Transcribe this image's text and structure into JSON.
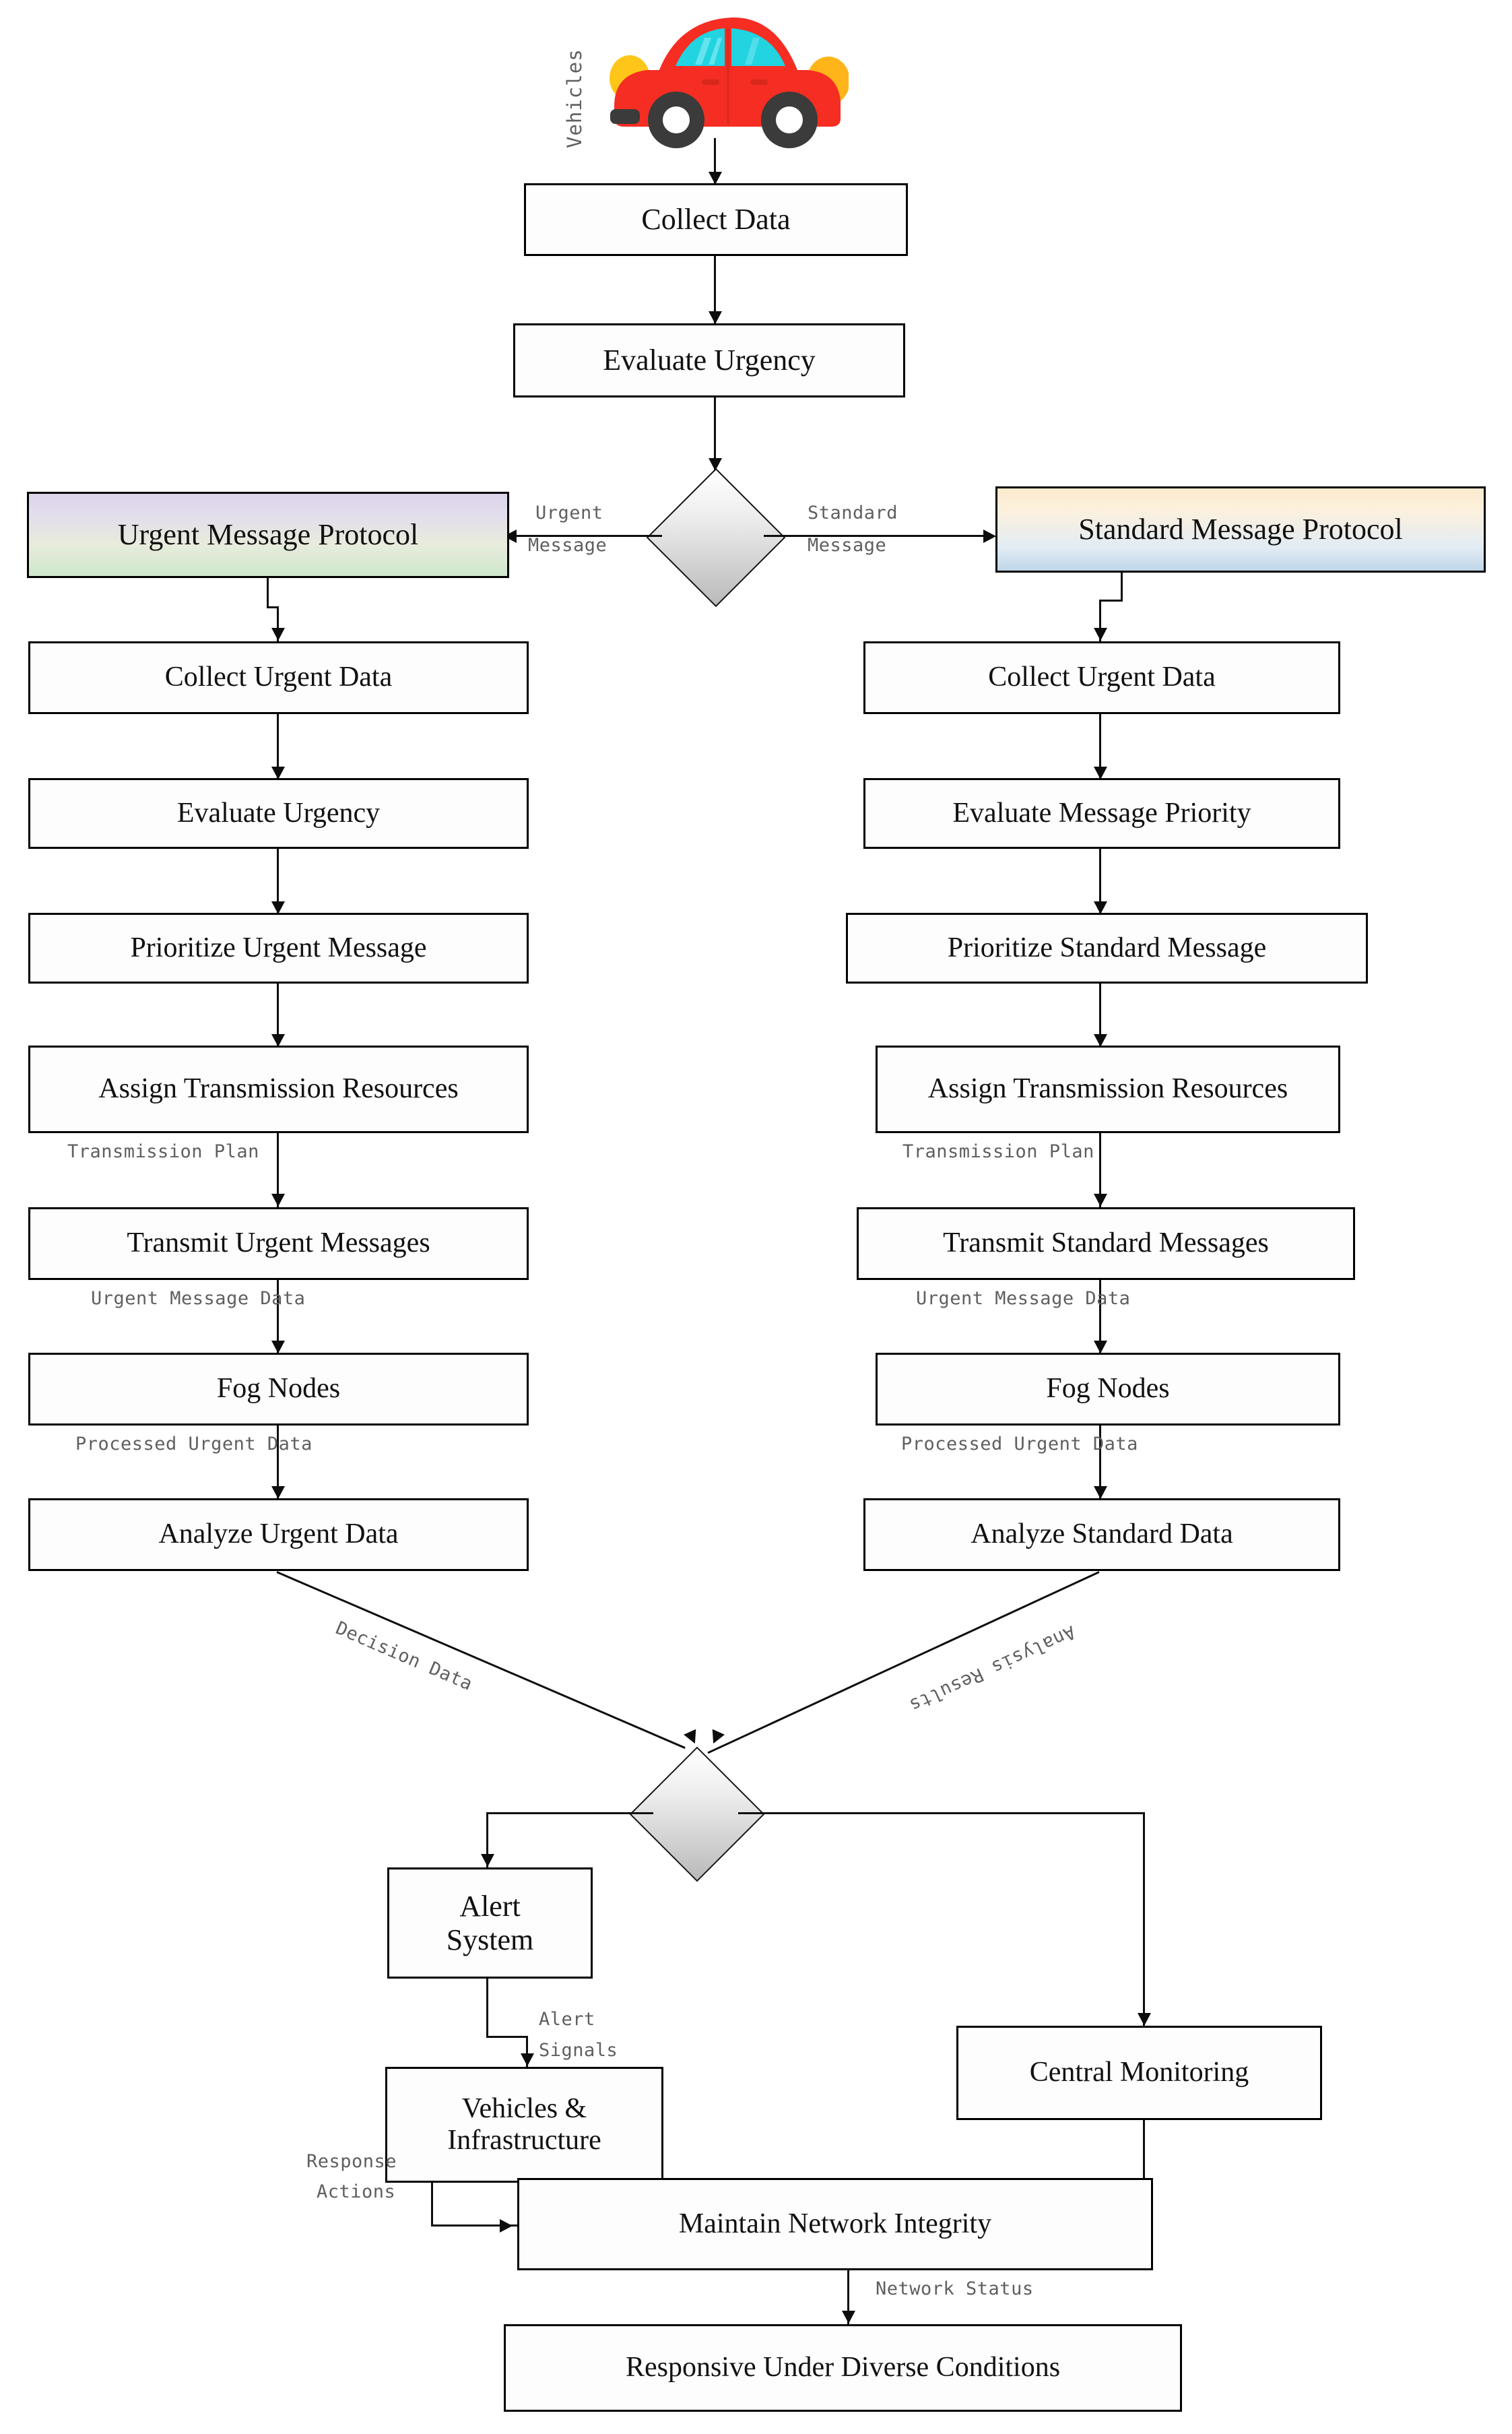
{
  "diagram": {
    "title": "Vehicular Message Prioritization Flowchart",
    "source_label": "Vehicles",
    "icon": "red-car-icon"
  },
  "colors": {
    "stroke": "#0d0d0d",
    "label_text": "#5f5f5f",
    "urgent_protocol_top": "#dcd3e8",
    "urgent_protocol_bottom": "#cfe7cc",
    "standard_protocol_top": "#fbeacd",
    "standard_protocol_bottom": "#bfd6e8",
    "diamond_fill": "#d2d2d2",
    "car_body": "#f52d22",
    "car_window": "#22d3e0",
    "car_light": "#ffc61a",
    "car_tire": "#3b3b3b"
  },
  "nodes": {
    "collect_data": "Collect Data",
    "evaluate_urgency_top": "Evaluate Urgency",
    "urgent_protocol": "Urgent Message Protocol",
    "standard_protocol": "Standard Message Protocol",
    "left": {
      "collect_urgent_data": "Collect Urgent Data",
      "evaluate_urgency": "Evaluate Urgency",
      "prioritize_message": "Prioritize Urgent Message",
      "assign_resources": "Assign Transmission Resources",
      "transmit_messages": "Transmit Urgent Messages",
      "fog_nodes": "Fog Nodes",
      "analyze_data": "Analyze Urgent Data"
    },
    "right": {
      "collect_urgent_data": "Collect Urgent Data",
      "evaluate_message_priority": "Evaluate Message Priority",
      "prioritize_message": "Prioritize Standard  Message",
      "assign_resources": "Assign Transmission Resources",
      "transmit_messages": "Transmit Standard Messages",
      "fog_nodes": "Fog Nodes",
      "analyze_data": "Analyze Standard Data"
    },
    "alert_system": "Alert\nSystem",
    "vehicles_infrastructure": "Vehicles &\nInfrastructure",
    "central_monitoring": "Central Monitoring",
    "maintain_network_integrity": "Maintain Network Integrity",
    "responsive": "Responsive Under Diverse Conditions"
  },
  "edge_labels": {
    "urgent_message": "Urgent\nMessage",
    "urgent_message_line1": "Urgent",
    "urgent_message_line2": "Message",
    "standard_message_line1": "Standard",
    "standard_message_line2": "Message",
    "left_transmission_plan": "Transmission Plan",
    "left_urgent_message_data": "Urgent Message Data",
    "left_processed_urgent_data": "Processed Urgent Data",
    "right_transmission_plan": "Transmission Plan",
    "right_urgent_message_data": "Urgent Message Data",
    "right_processed_urgent_data": "Processed Urgent Data",
    "decision_data": "Decision Data",
    "analysis_results": "Analysis Results",
    "alert_signals_line1": "Alert",
    "alert_signals_line2": "Signals",
    "response_actions_line1": "Response",
    "response_actions_line2": "Actions",
    "network_status": "Network Status"
  }
}
